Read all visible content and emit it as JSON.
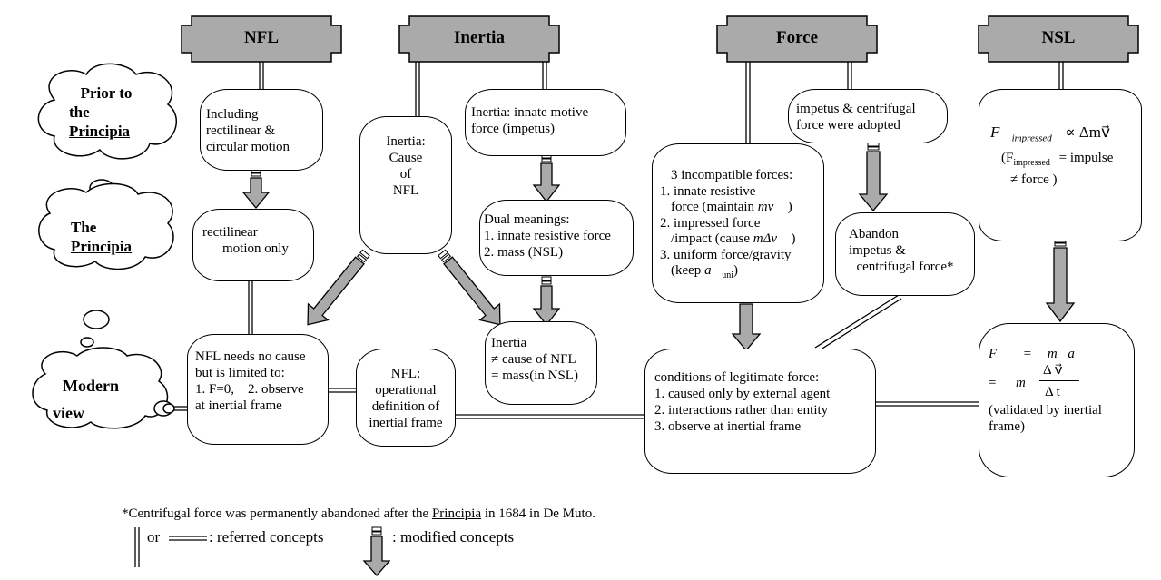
{
  "headers": {
    "nfl": "NFL",
    "inertia": "Inertia",
    "force": "Force",
    "nsl": "NSL"
  },
  "clouds": {
    "prior_line1": "Prior to",
    "prior_line2": "the",
    "prior_line3": "Principia",
    "principia_line1": "The",
    "principia_line2": "Principia",
    "modern_line1": "Modern",
    "modern_line2": "view"
  },
  "nfl": {
    "prior_line1": "Including",
    "prior_line2": "rectilinear &",
    "prior_line3": "circular motion",
    "principia_line1": "rectilinear",
    "principia_line2": "motion only",
    "modern_line1": "NFL needs no cause",
    "modern_line2": "but is limited to:",
    "modern_line3": "1. F=0,    2. observe",
    "modern_line4": "at inertial frame"
  },
  "inertia": {
    "cause_line1": "Inertia:",
    "cause_line2": "Cause",
    "cause_line3": "of",
    "cause_line4": "NFL",
    "prior_line1": "Inertia: innate motive",
    "prior_line2": "force (impetus)",
    "dual_line1": "Dual meanings:",
    "dual_line2": "1. innate resistive force",
    "dual_line3": "2. mass (NSL)",
    "modern_line1": "Inertia",
    "modern_line2": "≠ cause of NFL",
    "modern_line3": "= mass(in NSL)",
    "opdef_line1": "NFL:",
    "opdef_line2": "operational",
    "opdef_line3": "definition of",
    "opdef_line4": "inertial frame"
  },
  "force": {
    "incomp_line1": "3 incompatible forces:",
    "incomp_line2": "1. innate resistive",
    "incomp_line3a": "force (maintain ",
    "incomp_line3b": "mv⃗",
    " incomp_line3c": " )",
    "incomp_line3c": " )",
    "incomp_line4": "2. impressed force",
    "incomp_line5a": "/impact (cause ",
    "incomp_line5b": "mΔv⃗",
    "incomp_line5c": " )",
    "incomp_line6": "3. uniform force/gravity",
    "incomp_line7a": "(keep ",
    "incomp_line7b": "a⃗",
    "incomp_line7c": "uni",
    "incomp_line7d": ")",
    "impetus_line1": "impetus & centrifugal",
    "impetus_line2": "force were adopted",
    "abandon_line1": "Abandon",
    "abandon_line2": "impetus &",
    "abandon_line3": "centrifugal force*",
    "modern_line1": "conditions of legitimate force:",
    "modern_line2": "1. caused only by external agent",
    "modern_line3": "2. interactions rather than entity",
    "modern_line4": "3. observe at inertial frame"
  },
  "nsl": {
    "prior_f": "F⃗",
    "prior_sub": "impressed",
    "prior_prop": "∝ Δmv⃗",
    "prior_p1": "(F",
    "prior_p1sub": "impressed",
    "prior_p1b": "= impulse",
    "prior_p2": "≠ force )",
    "modern_l1a": "F⃗",
    "modern_l1b": "=",
    "modern_l1c": "m",
    "modern_l1d": "a⃗",
    "modern_l2a": "=",
    "modern_l2b": "m",
    "modern_num": "Δ v⃗",
    "modern_den": "Δ t",
    "modern_l3": "(validated by inertial",
    "modern_l4": "frame)"
  },
  "footnote": {
    "prefix": "*Centrifugal force was permanently abandoned after the ",
    "principia": "Principia",
    "suffix": " in 1684 in De Muto."
  },
  "legend": {
    "or": "or",
    "referred": ": referred concepts",
    "modified": ": modified concepts"
  }
}
